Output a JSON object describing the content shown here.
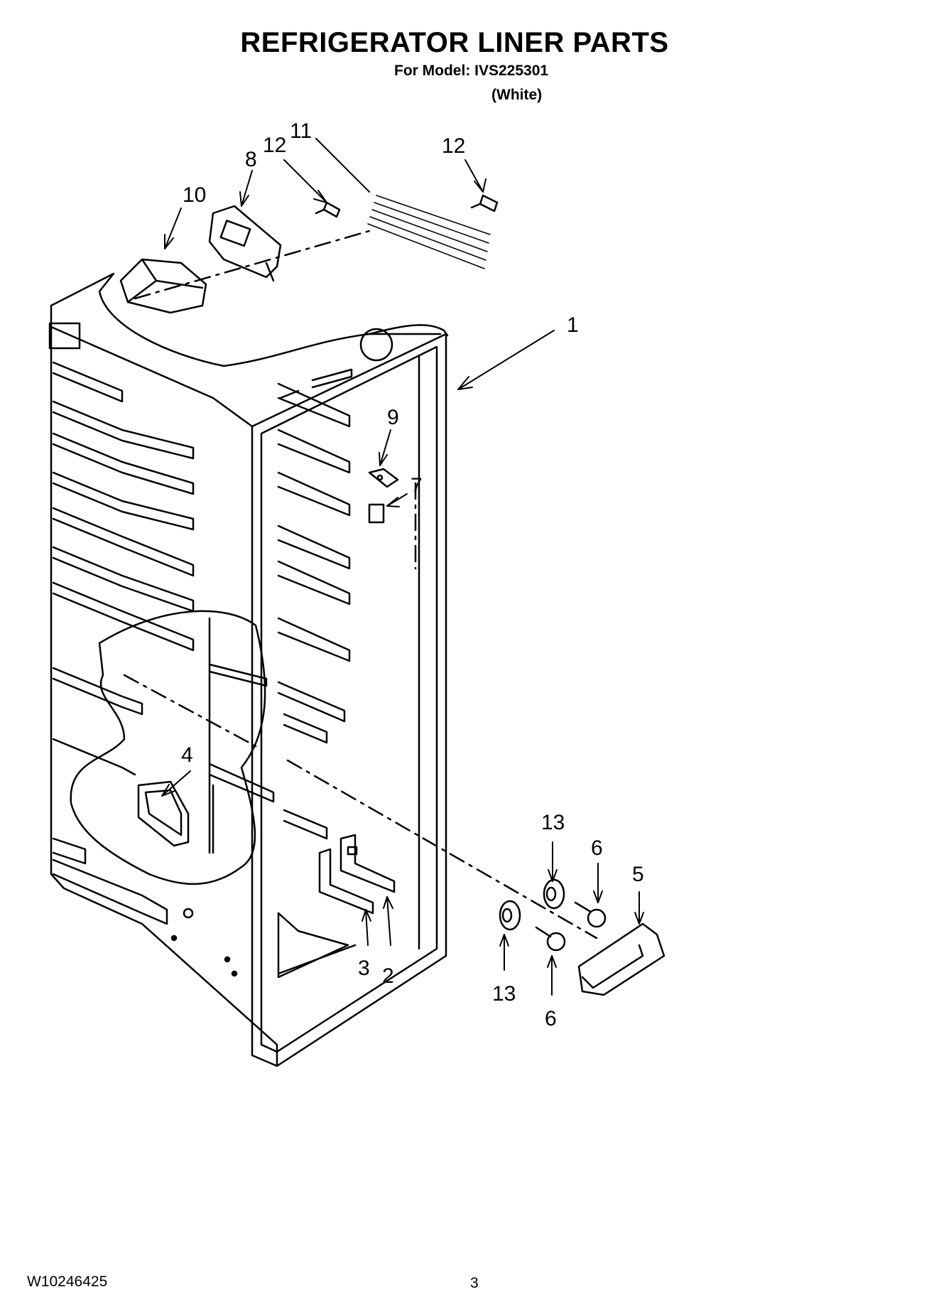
{
  "header": {
    "title": "REFRIGERATOR LINER PARTS",
    "model": "For Model: IVS225301",
    "variant": "(White)"
  },
  "callouts": {
    "c1": "1",
    "c2": "2",
    "c3": "3",
    "c4": "4",
    "c5": "5",
    "c6a": "6",
    "c6b": "6",
    "c7": "7",
    "c8": "8",
    "c9": "9",
    "c10": "10",
    "c11": "11",
    "c12a": "12",
    "c12b": "12",
    "c13a": "13",
    "c13b": "13"
  },
  "footer": {
    "doc_number": "W10246425",
    "page": "3"
  }
}
